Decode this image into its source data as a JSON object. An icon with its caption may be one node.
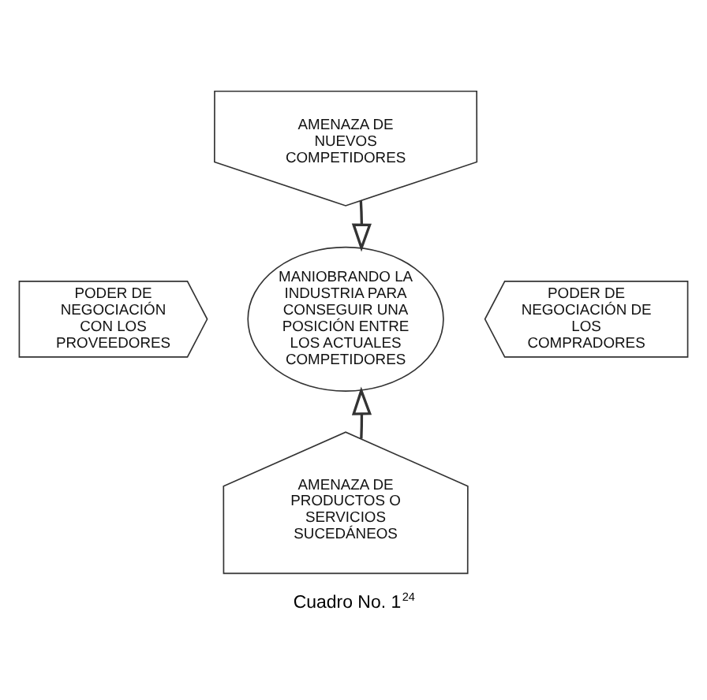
{
  "diagram": {
    "caption": "Cuadro No. 1$^{24}$",
    "nodes": [
      {
        "text": [
          "AMENAZA DE NUEVOS COMPETIDORES"
        ]
      },
      {
        "text": [
          "PODER DE NEGOCIACIÓN CON LOS PROVEEDORES"
        ]
      },
      {
        "text": [
          "MANIOBRANDO LA INDUSTRIA PARA CONSEGUIR UNA POSICIÓN ENTRE LOS ACTUALES COMPETIDORES"
        ]
      },
      {
        "text": [
          "PODER DE NEGOCIACIÓN DE LOS COMPRADORES"
        ]
      },
      {
        "text": [
          "AMENAZA DE PRODUCTOS O SERVICIOS SUCEDÁNEOS"
        ]
      }
    ],
    "edges": [
      {
        "from": 0,
        "to": 2,
        "arrow": "to"
      },
      {
        "from": 4,
        "to": 2,
        "arrow": "to"
      }
    ]
  }
}
